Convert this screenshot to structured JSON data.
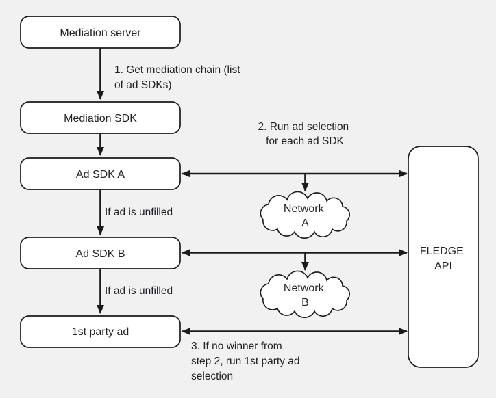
{
  "palette": {
    "background": "#f1f1f1",
    "node_fill": "#ffffff",
    "line_color": "#1a1a1a",
    "text_color": "#202124"
  },
  "nodes": {
    "mediation_server": {
      "label": "Mediation server"
    },
    "mediation_sdk": {
      "label": "Mediation SDK"
    },
    "ad_sdk_a": {
      "label": "Ad SDK A"
    },
    "ad_sdk_b": {
      "label": "Ad SDK B"
    },
    "first_party_ad": {
      "label": "1st party ad"
    },
    "fledge_api": {
      "line1": "FLEDGE",
      "line2": "API"
    },
    "network_a": {
      "line1": "Network",
      "line2": "A"
    },
    "network_b": {
      "line1": "Network",
      "line2": "B"
    }
  },
  "labels": {
    "step1": {
      "line1": "1. Get mediation chain (list",
      "line2": "of ad SDKs)"
    },
    "step2": {
      "line1": "2. Run ad selection",
      "line2": "for each ad SDK"
    },
    "unfilled_a": "If ad is unfilled",
    "unfilled_b": "If ad is unfilled",
    "step3": {
      "line1": "3. If no winner from",
      "line2": "step 2, run 1st party ad",
      "line3": "selection"
    }
  }
}
